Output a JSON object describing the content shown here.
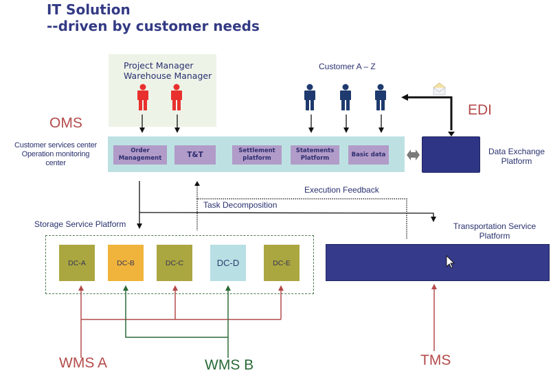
{
  "title": {
    "line1": "IT Solution",
    "line2": "--driven by customer needs"
  },
  "actors": {
    "managers": {
      "line1": "Project Manager",
      "line2": "Warehouse Manager",
      "count": 2,
      "color": "#e8312e"
    },
    "customers": {
      "label": "Customer A – Z",
      "count": 3,
      "color": "#1e3a6e"
    }
  },
  "oms": {
    "label": "OMS",
    "side_label": {
      "line1": "Customer services center",
      "line2": "Operation monitoring",
      "line3": "center"
    },
    "modules": [
      {
        "line1": "Order",
        "line2": "Management"
      },
      {
        "line1": "T&T",
        "line2": ""
      },
      {
        "line1": "Settlement",
        "line2": "platform"
      },
      {
        "line1": "Statements",
        "line2": "Platform"
      },
      {
        "line1": "Basic data",
        "line2": ""
      }
    ]
  },
  "edi": {
    "label": "EDI",
    "platform_line1": "Data Exchange",
    "platform_line2": "Platform",
    "icon": "envelope-icon"
  },
  "flows": {
    "execution_feedback": "Execution  Feedback",
    "task_decomposition": "Task Decomposition"
  },
  "storage": {
    "label": "Storage Service Platform",
    "dcs": [
      {
        "name": "DC-A",
        "color": "#aaa640",
        "system": "WMS A"
      },
      {
        "name": "DC-B",
        "color": "#f0b43c",
        "system": "WMS B"
      },
      {
        "name": "DC-C",
        "color": "#aaa640",
        "system": "WMS A"
      },
      {
        "name": "DC-D",
        "color": "#b8dfe3",
        "system": "WMS B"
      },
      {
        "name": "DC-E",
        "color": "#aaa640",
        "system": "WMS A"
      }
    ]
  },
  "transport": {
    "line1": "Transportation Service",
    "line2": "Platform"
  },
  "systems": {
    "wms_a": {
      "label": "WMS A",
      "color": "#b44a4a"
    },
    "wms_b": {
      "label": "WMS B",
      "color": "#2a6a36"
    },
    "tms": {
      "label": "TMS",
      "color": "#b44a4a"
    }
  },
  "colors": {
    "title": "#333a84",
    "platform_dark": "#2f3585",
    "oms_bar": "#bde1e2",
    "module": "#b19bc8"
  }
}
